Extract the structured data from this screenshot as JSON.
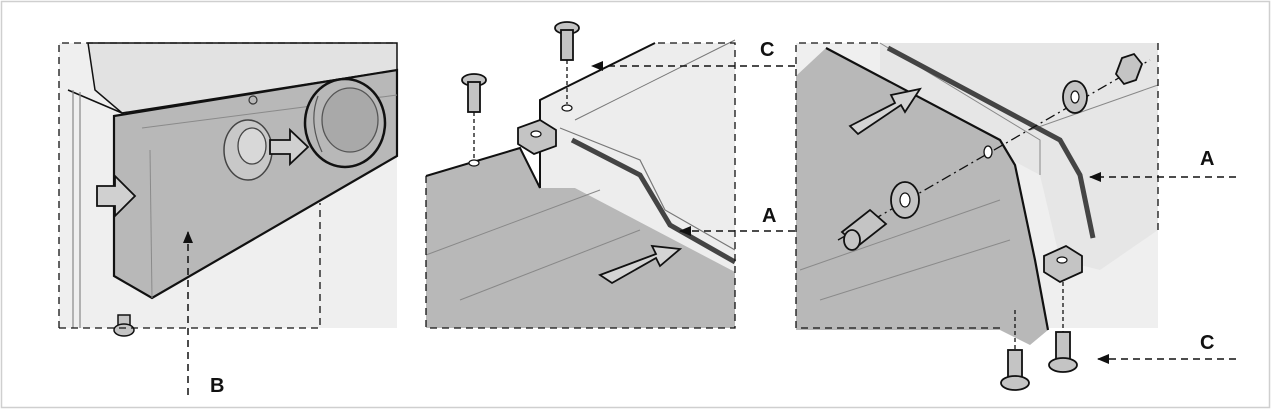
{
  "callouts": {
    "a_middle": "A",
    "a_right": "A",
    "b": "B",
    "c_top": "C",
    "c_bottom": "C"
  },
  "colors": {
    "line": "#111111",
    "panel": "#b8b8b8",
    "panel_dark": "#9e9e9e",
    "light": "#ececec",
    "mid": "#d6d6d6",
    "hardware": "#c4c4c4"
  }
}
